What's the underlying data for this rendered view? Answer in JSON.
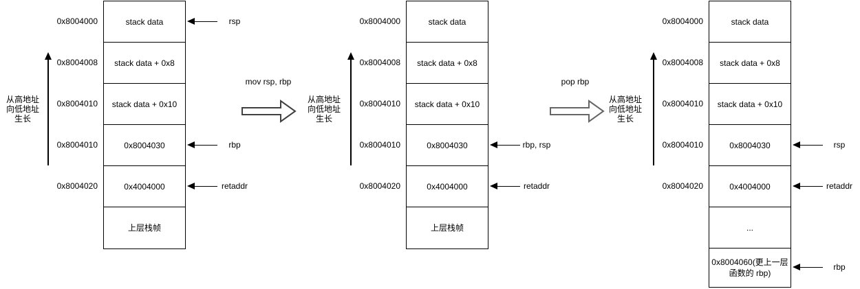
{
  "colors": {
    "line": "#000000",
    "transition_arrow_mov": "#404040",
    "transition_arrow_pop": "#666666"
  },
  "growth_label": {
    "line1": "从高地址",
    "line2": "向低地址",
    "line3": "生长"
  },
  "transitions": [
    {
      "label": "mov rsp, rbp"
    },
    {
      "label": "pop rbp"
    }
  ],
  "panels": [
    {
      "addresses": [
        "0x8004000",
        "0x8004008",
        "0x8004010",
        "0x8004010",
        "0x8004020"
      ],
      "cells": [
        "stack data",
        "stack data + 0x8",
        "stack data + 0x10",
        "0x8004030",
        "0x4004000",
        "上层栈帧"
      ],
      "pointers": [
        {
          "label": "rsp"
        },
        {
          "label": "rbp"
        },
        {
          "label": "retaddr"
        }
      ]
    },
    {
      "addresses": [
        "0x8004000",
        "0x8004008",
        "0x8004010",
        "0x8004010",
        "0x8004020"
      ],
      "cells": [
        "stack data",
        "stack data + 0x8",
        "stack data + 0x10",
        "0x8004030",
        "0x4004000",
        "上层栈帧"
      ],
      "pointers": [
        {
          "label": "rbp, rsp"
        },
        {
          "label": "retaddr"
        }
      ]
    },
    {
      "addresses": [
        "0x8004000",
        "0x8004008",
        "0x8004010",
        "0x8004010",
        "0x8004020"
      ],
      "cells": [
        "stack data",
        "stack data + 0x8",
        "stack data + 0x10",
        "0x8004030",
        "0x4004000",
        "...",
        "0x8004060(更上一层函数的 rbp)"
      ],
      "pointers": [
        {
          "label": "rsp"
        },
        {
          "label": "retaddr"
        },
        {
          "label": "rbp"
        }
      ]
    }
  ]
}
